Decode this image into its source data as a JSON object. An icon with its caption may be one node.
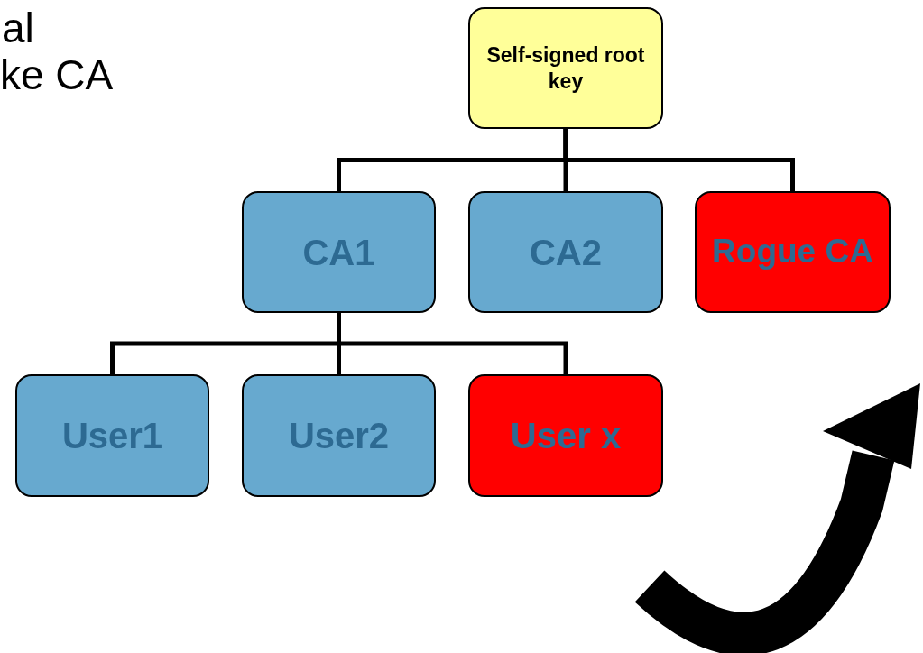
{
  "diagram": {
    "nodes": [
      {
        "text": [
          "Self-signed root key"
        ]
      },
      {
        "text": [
          "CA1"
        ]
      },
      {
        "text": [
          "CA2"
        ]
      },
      {
        "text": [
          "Rogue CA"
        ]
      },
      {
        "text": [
          "User1"
        ]
      },
      {
        "text": [
          "User2"
        ]
      },
      {
        "text": [
          "User x"
        ]
      }
    ],
    "edges": [
      {
        "from": 0,
        "to": 1,
        "arrow": "none"
      },
      {
        "from": 0,
        "to": 2,
        "arrow": "none"
      },
      {
        "from": 0,
        "to": 3,
        "arrow": "none"
      },
      {
        "from": 1,
        "to": 4,
        "arrow": "none"
      },
      {
        "from": 1,
        "to": 5,
        "arrow": "none"
      },
      {
        "from": 1,
        "to": 6,
        "arrow": "none"
      }
    ],
    "labels": [
      "al",
      "ke CA"
    ]
  }
}
